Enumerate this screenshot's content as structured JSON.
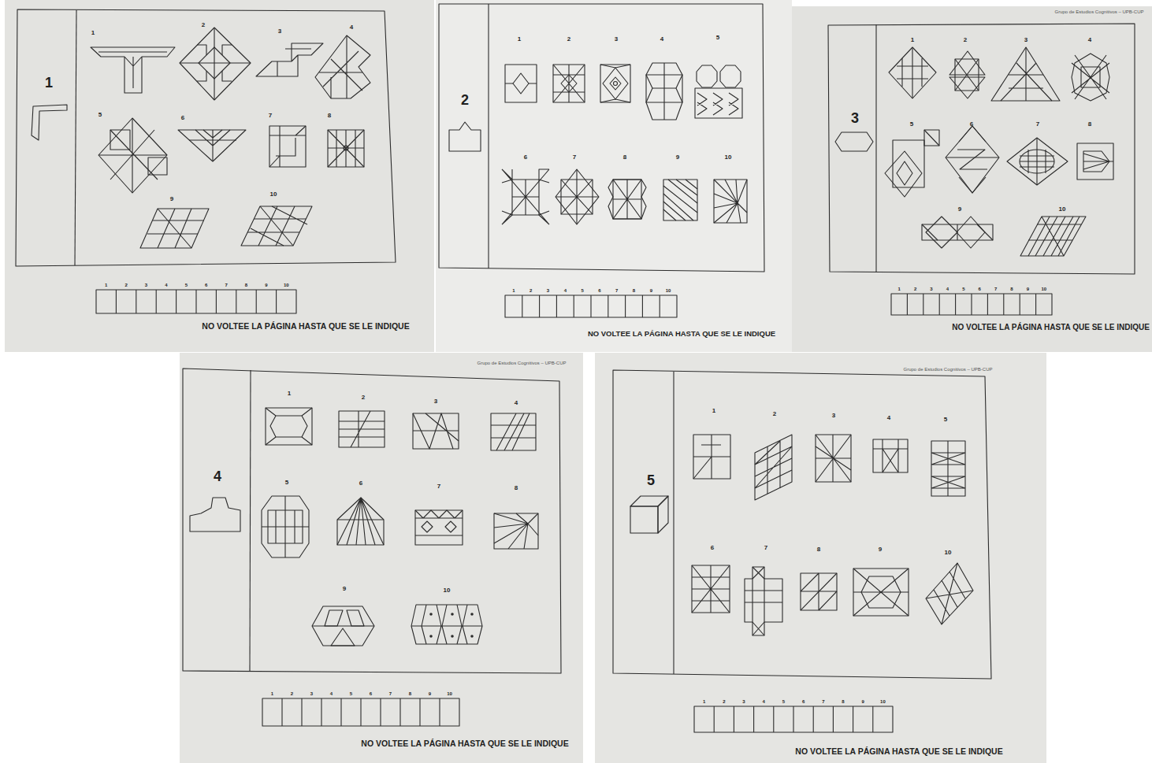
{
  "diagram": {
    "labels": [
      "1",
      "1",
      "2",
      "3",
      "4",
      "5",
      "6",
      "7",
      "8",
      "9",
      "10",
      "1",
      "2",
      "3",
      "4",
      "5",
      "6",
      "7",
      "8",
      "9",
      "10",
      "NO VOLTEE LA PÁGINA HASTA QUE SE LE INDIQUE",
      "2",
      "1",
      "2",
      "3",
      "4",
      "5",
      "6",
      "7",
      "8",
      "9",
      "10",
      "1",
      "2",
      "3",
      "4",
      "5",
      "6",
      "7",
      "8",
      "9",
      "10",
      "NO VOLTEE LA PÁGINA HASTA QUE SE LE INDIQUE",
      "Grupo de Estudios Cognitivos – UPB-CUP",
      "3",
      "1",
      "2",
      "3",
      "4",
      "5",
      "6",
      "7",
      "8",
      "9",
      "10",
      "1",
      "2",
      "3",
      "4",
      "5",
      "6",
      "7",
      "8",
      "9",
      "10",
      "NO VOLTEE LA PÁGINA HASTA QUE SE LE INDIQUE",
      "Grupo de Estudios Cognitivos – UPB-CUP",
      "4",
      "1",
      "2",
      "3",
      "4",
      "5",
      "6",
      "7",
      "8",
      "9",
      "10",
      "1",
      "2",
      "3",
      "4",
      "5",
      "6",
      "7",
      "8",
      "9",
      "10",
      "NO VOLTEE LA PÁGINA HASTA QUE SE LE INDIQUE",
      "Grupo de Estudios Cognitivos – UPB-CUP",
      "5",
      "1",
      "2",
      "3",
      "4",
      "5",
      "6",
      "7",
      "8",
      "9",
      "10",
      "1",
      "2",
      "3",
      "4",
      "5",
      "6",
      "7",
      "8",
      "9",
      "10",
      "NO VOLTEE LA PÁGINA HASTA QUE SE LE INDIQUE"
    ]
  }
}
